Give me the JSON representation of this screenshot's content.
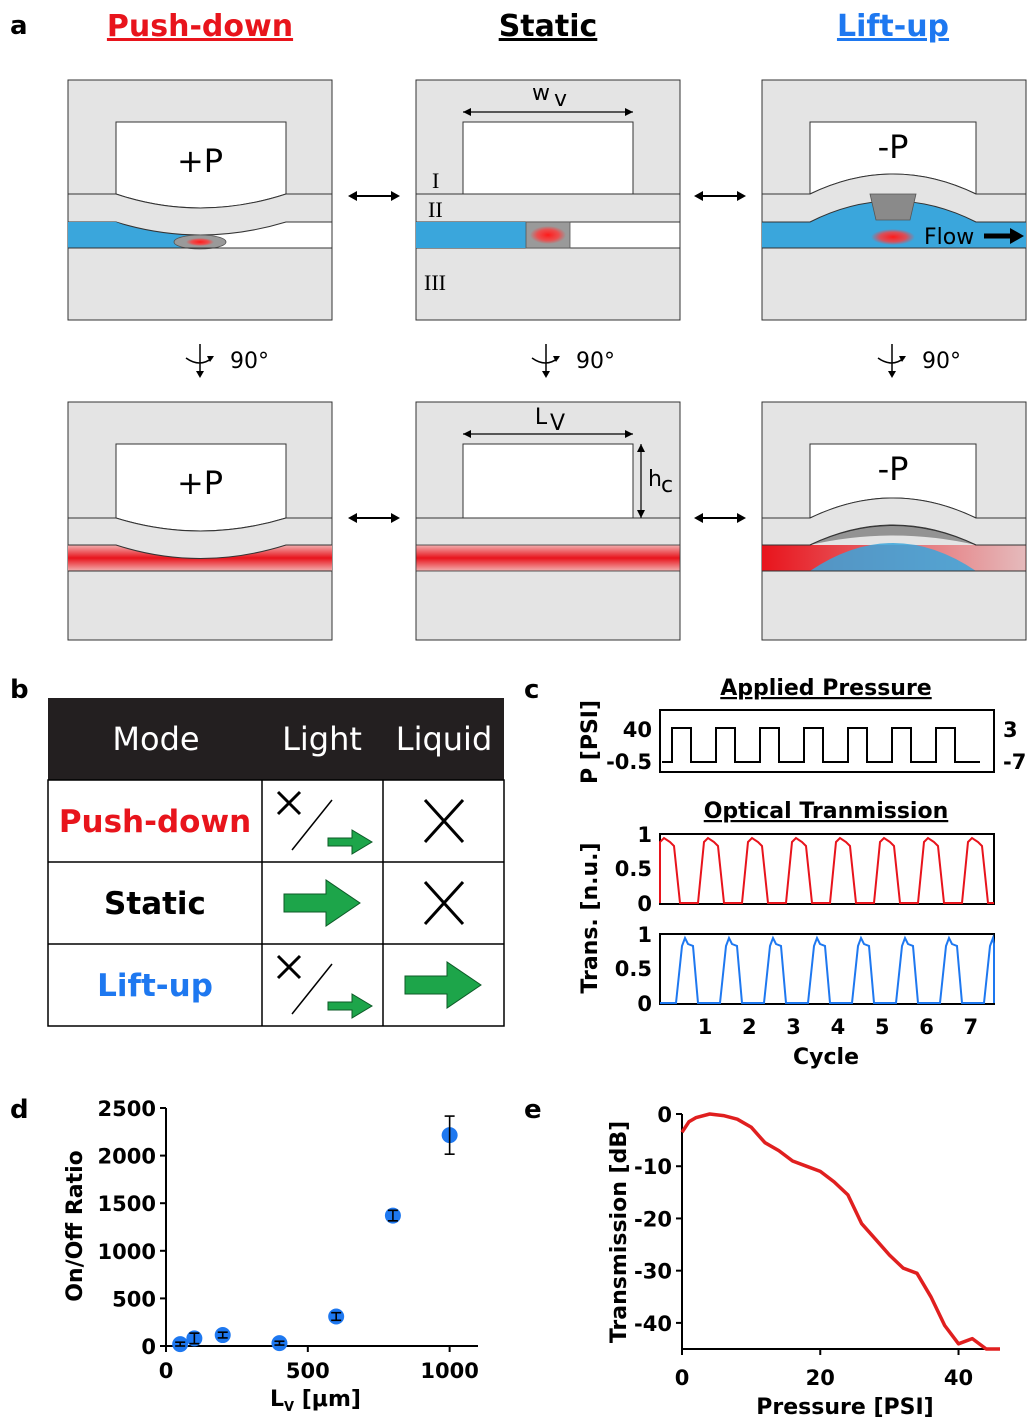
{
  "panel_a": {
    "letter": "a",
    "titles": {
      "push_down": "Push-down",
      "static": "Static",
      "lift_up": "Lift-up"
    },
    "labels": {
      "wv": "w",
      "wv_sub": "v",
      "lv": "L",
      "lv_sub": "V",
      "hc": "h",
      "hc_sub": "c",
      "layer1": "I",
      "layer2": "II",
      "layer3": "III",
      "plus_p": "+P",
      "minus_p": "-P",
      "flow": "Flow",
      "rotation": "90°"
    },
    "colors": {
      "push_down": "#e8141c",
      "static": "#000000",
      "lift_up": "#1e78f0",
      "liquid": "#3aa6dc",
      "chip": "#e4e4e4"
    }
  },
  "panel_b": {
    "letter": "b",
    "headers": [
      "Mode",
      "Light",
      "Liquid"
    ],
    "rows": [
      {
        "mode": "Push-down",
        "light": "cross-or-small-arrow-icon",
        "liquid": "cross-icon",
        "color": "#e8141c"
      },
      {
        "mode": "Static",
        "light": "arrow-icon",
        "liquid": "cross-icon",
        "color": "#000000"
      },
      {
        "mode": "Lift-up",
        "light": "cross-or-small-arrow-icon",
        "liquid": "arrow-icon",
        "color": "#1e78f0"
      }
    ]
  },
  "panel_c": {
    "letter": "c",
    "title1": "Applied Pressure",
    "title2": "Optical Tranmission",
    "pressure_ylabel": "P [PSI]",
    "pressure_left_ticks": [
      "40",
      "-0.5"
    ],
    "pressure_right_ticks": [
      "3",
      "-7"
    ],
    "trans_ylabel": "Trans. [n.u.]",
    "trans_ticks": [
      "1",
      "0.5",
      "0"
    ],
    "xlabel": "Cycle",
    "x_ticks": [
      "1",
      "2",
      "3",
      "4",
      "5",
      "6",
      "7"
    ]
  },
  "chart_data": [
    {
      "type": "scatter",
      "panel": "d",
      "xlabel": "L",
      "xlabel_sub": "V",
      "xlabel_unit": " [μm]",
      "ylabel": "On/Off Ratio",
      "xlim": [
        0,
        1100
      ],
      "ylim": [
        0,
        2500
      ],
      "x_ticks": [
        0,
        500,
        1000
      ],
      "y_ticks": [
        0,
        500,
        1000,
        1500,
        2000,
        2500
      ],
      "points": [
        {
          "x": 50,
          "y": 20,
          "err": 20
        },
        {
          "x": 100,
          "y": 80,
          "err": 55
        },
        {
          "x": 200,
          "y": 115,
          "err": 30
        },
        {
          "x": 400,
          "y": 30,
          "err": 20
        },
        {
          "x": 600,
          "y": 310,
          "err": 40
        },
        {
          "x": 800,
          "y": 1370,
          "err": 55
        },
        {
          "x": 1000,
          "y": 2215,
          "err": 200
        }
      ],
      "color": "#1e78f0"
    },
    {
      "type": "line",
      "panel": "e",
      "xlabel": "Pressure [PSI]",
      "ylabel": "Transmission [dB]",
      "xlim": [
        0,
        46
      ],
      "ylim": [
        -45,
        0
      ],
      "x_ticks": [
        0,
        20,
        40
      ],
      "y_ticks": [
        0,
        -10,
        -20,
        -30,
        -40
      ],
      "x": [
        0,
        1,
        2,
        4,
        6,
        8,
        10,
        12,
        14,
        16,
        18,
        20,
        22,
        24,
        26,
        28,
        30,
        32,
        34,
        36,
        38,
        40,
        42,
        44,
        46
      ],
      "y": [
        -3.5,
        -1.5,
        -0.7,
        0,
        -0.3,
        -1,
        -2.5,
        -5.5,
        -7,
        -9,
        -10,
        -11,
        -13,
        -15.5,
        -21,
        -24,
        -27,
        -29.5,
        -30.5,
        -35,
        -40.5,
        -44,
        -43,
        -45,
        -45
      ],
      "color": "#e01f1f"
    }
  ]
}
